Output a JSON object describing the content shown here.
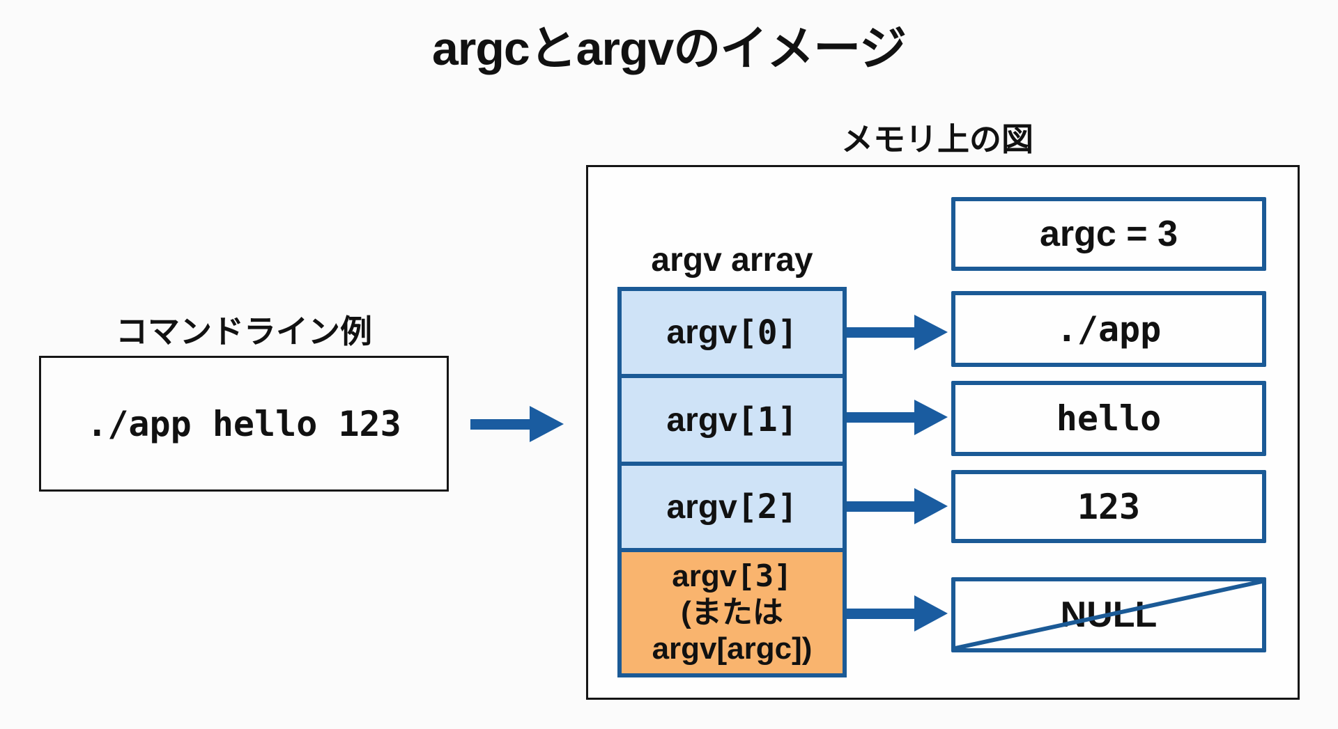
{
  "title": "argcとargvのイメージ",
  "command_example": {
    "label": "コマンドライン例",
    "command": "./app hello 123"
  },
  "memory": {
    "label": "メモリ上の図",
    "argc_box": "argc = 3",
    "array_label": "argv array",
    "cells": [
      {
        "name": "argv",
        "index": "[0]",
        "value": "./app"
      },
      {
        "name": "argv",
        "index": "[1]",
        "value": "hello"
      },
      {
        "name": "argv",
        "index": "[2]",
        "value": "123"
      }
    ],
    "terminator_cell": {
      "line1_name": "argv",
      "line1_index": "[3]",
      "line2": "(または",
      "line3": "argv[argc])",
      "value": "NULL",
      "value_crossed_out": true
    }
  },
  "colors": {
    "accent_blue": "#1b5a96",
    "arrow_blue": "#1a5ca0",
    "cell_fill": "#cfe3f7",
    "null_cell_fill": "#f9b46e",
    "background": "#fbfbfb"
  }
}
